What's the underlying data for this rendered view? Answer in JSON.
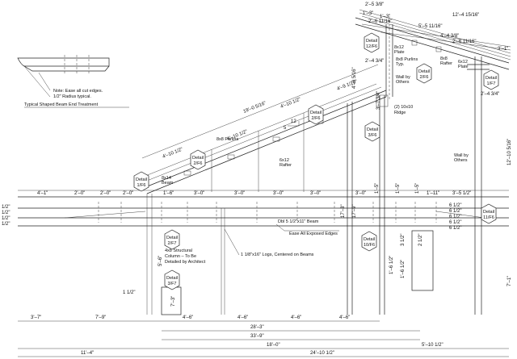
{
  "beam_detail": {
    "note_line1": "Note: Ease all cut edges.",
    "note_line2": "1/2\" Radius typical.",
    "caption": "Typical Shaped Beam End Treatment"
  },
  "detail_markers": {
    "d12f6": {
      "line1": "Detail",
      "line2": "12/F6"
    },
    "d2f6a": {
      "line1": "Detail",
      "line2": "2/F6"
    },
    "d2f6b": {
      "line1": "Detail",
      "line2": "2/F6"
    },
    "d3f6": {
      "line1": "Detail",
      "line2": "3/F6"
    },
    "d1f6": {
      "line1": "Detail",
      "line2": "1/F6"
    },
    "d1f7": {
      "line1": "Detail",
      "line2": "1/F7"
    },
    "d2f7": {
      "line1": "Detail",
      "line2": "2/F7"
    },
    "d3f7": {
      "line1": "Detail",
      "line2": "3/F7"
    },
    "d10f6": {
      "line1": "Detail",
      "line2": "10/F6"
    },
    "d11f6": {
      "line1": "Detail",
      "line2": "11/F6"
    }
  },
  "labels": {
    "plate_8x12_top": "8x12",
    "plate_8x12_top_b": "Plate",
    "purlins_top": "8x8 Purlins",
    "purlins_top_b": "Typ.",
    "rafter_8x8": "8x8",
    "rafter_8x8_b": "Rafter",
    "plate_6x12": "6x12",
    "plate_6x12_b": "Plate",
    "wall_by_others_1": "Wall by",
    "wall_by_others_1b": "Others",
    "ridge_1": "(2) 10x10",
    "ridge_2": "Ridge",
    "purlins_mid": "8x8 Purlins",
    "rafter_6x12": "6x12",
    "rafter_6x12_b": "Rafter",
    "beam_8x14": "8x14",
    "beam_8x14_b": "Beam",
    "wall_by_others_2": "Wall by",
    "wall_by_others_2b": "Others",
    "beam_main": "Dbl 5 1/2\"x11\" Beam",
    "ease_edges": "Ease All Exposed Edges",
    "column_1": "4x8 Structural",
    "column_2": "Column – To Be",
    "column_3": "Detailed by Architect",
    "logs": "1 1/8\"x16\" Logs, Centered on Beams",
    "slope_rise": "12",
    "slope_run": "5"
  },
  "dims_top": {
    "a": "12'–4 15/16\"",
    "b": "2'–5 3/8\"",
    "c": "1'–3\"",
    "d": "1'–3\"",
    "e": "5'–5 11/16\"",
    "f": "2'–6 11/16\"",
    "g": "4'–4 3/8\"",
    "h": "2'–6 11/16\"",
    "i": "3'–1\"",
    "j": "2'–4 3/4\"",
    "k": "4'–0 5/16\"",
    "l": "2'–4 3/4\""
  },
  "dims_roof": {
    "a": "19'–0 5/16\"",
    "b": "4'–9 1/16\"",
    "c": "4'–10 1/2\"",
    "d": "4'–10 1/2\"",
    "e": "4'–10 1/2\"",
    "f": "3'–7 3/4\"",
    "g": "12'–10 5/16\"",
    "h": "17'–3\"",
    "i": "17'–9\""
  },
  "dims_beam": {
    "a": "4'–1\"",
    "b": "2'–0\"",
    "c": "2'–0\"",
    "d": "2'–0\"",
    "e": "1'–6\"",
    "f": "3'–0\"",
    "g": "3'–0\"",
    "h": "3'–0\"",
    "i": "3'–0\"",
    "j": "3'–0\"",
    "k": "1'–5\"",
    "l": "1'–5\"",
    "m": "1'–5\"",
    "n": "1'–11\"",
    "o": "3'–5 1/2\"",
    "p": "6 1/2\"",
    "q": "6 1/2\"",
    "r": "6 1/2\"",
    "s": "6 1/2\"",
    "t": "6 1/2\""
  },
  "dims_left": {
    "a": "1/2\"",
    "b": "1/2\"",
    "c": "1/2\"",
    "d": "1/2\"",
    "e": "5'–6\"",
    "f": "1 1/2\"",
    "g": "7'–1\"",
    "h": "1'–6 1/2\"",
    "i": "1'–6 1/2\"",
    "j": "3 1/2\"",
    "k": "2 1/2\"",
    "l": "7'–3\""
  },
  "dims_bottom": {
    "a": "3'–7\"",
    "b": "7'–9\"",
    "c": "4'–6\"",
    "d": "4'–6\"",
    "e": "4'–6\"",
    "f": "4'–6\"",
    "g": "28'–3\"",
    "h": "33'–9\"",
    "i": "18'–0\"",
    "j": "5'–10 1/2\"",
    "k": "11'–4\"",
    "l": "24'–10 1/2\""
  }
}
